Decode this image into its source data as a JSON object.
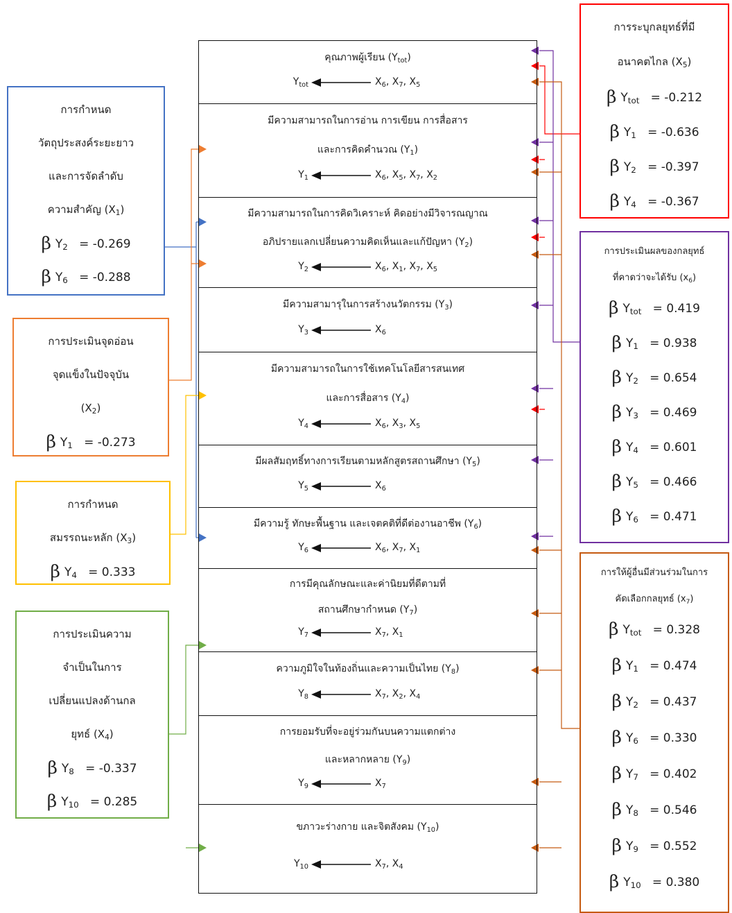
{
  "center_sections": [
    {
      "lines": [
        "คุณภาพผู้เรียน (Y<sub>tot</sub>)"
      ],
      "target": "Y<sub>tot</sub>",
      "sources": "X<sub>6</sub>, X<sub>7</sub>, X<sub>5</sub>"
    },
    {
      "lines": [
        "มีความสามารถในการอ่าน การเขียน การสื่อสาร",
        "และการคิดคำนวณ (Y<sub>1</sub>)"
      ],
      "target": "Y<sub>1</sub>",
      "sources": "X<sub>6</sub>, X<sub>5</sub>, X<sub>7</sub>, X<sub>2</sub>"
    },
    {
      "lines": [
        "มีความสามารถในการคิดวิเคราะห์ คิดอย่างมีวิจารณญาณ",
        "อภิปรายแลกเปลี่ยนความคิดเห็นและแก้ปัญหา (Y<sub>2</sub>)"
      ],
      "target": "Y<sub>2</sub>",
      "sources": "X<sub>6</sub>, X<sub>1</sub>, X<sub>7</sub>, X<sub>5</sub>"
    },
    {
      "lines": [
        "มีความสามารุในการสร้างนวัตกรรม (Y<sub>3</sub>)"
      ],
      "target": "Y<sub>3</sub>",
      "sources": "X<sub>6</sub>"
    },
    {
      "lines": [
        "มีความสามารถในการใช้เทคโนโลยีสารสนเทศ",
        "และการสื่อสาร (Y<sub>4</sub>)"
      ],
      "target": "Y<sub>4</sub>",
      "sources": "X<sub>6</sub>, X<sub>3</sub>, X<sub>5</sub>"
    },
    {
      "lines": [
        "มีผลสัมฤทธิ์ทางการเรียนตามหลักสูตรสถานศึกษา (Y<sub>5</sub>)"
      ],
      "target": "Y<sub>5</sub>",
      "sources": "X<sub>6</sub>"
    },
    {
      "lines": [
        "มีความรู้ ทักษะพื้นฐาน และเจตคติที่ดีต่องานอาชีพ (Y<sub>6</sub>)"
      ],
      "target": "Y<sub>6</sub>",
      "sources": "X<sub>6</sub>, X<sub>7</sub>, X<sub>1</sub>"
    },
    {
      "lines": [
        "การมีคุณลักษณะและค่านิยมที่ดีตามที่",
        "สถานศึกษากำหนด (Y<sub>7</sub>)"
      ],
      "target": "Y<sub>7</sub>",
      "sources": "X<sub>7</sub>, X<sub>1</sub>"
    },
    {
      "lines": [
        "ความภูมิใจในท้องถิ่นและความเป็นไทย (Y<sub>8</sub>)"
      ],
      "target": "Y<sub>8</sub>",
      "sources": "X<sub>7</sub>, X<sub>2</sub>, X<sub>4</sub>"
    },
    {
      "lines": [
        "การยอมรับที่จะอยู่ร่วมกันบนความแตกต่าง",
        "และหลากหลาย (Y<sub>9</sub>)"
      ],
      "target": "Y<sub>9</sub>",
      "sources": "X<sub>7</sub>"
    },
    {
      "lines": [
        "ขภาวะร่างกาย และจิตสังคม (Y<sub>10</sub>)"
      ],
      "target": "Y<sub>10</sub>",
      "sources": "X<sub>7</sub>, X<sub>4</sub>"
    }
  ],
  "left_boxes": [
    {
      "id": "x1",
      "color": "#4472c4",
      "lines": [
        "การกำหนด",
        "วัตถุประสงค์ระยะยาว",
        "และการจัดลำดับ",
        "ความสำคัญ (X<sub>1</sub>)"
      ],
      "betas": [
        {
          "var": "Y<sub>2</sub>",
          "value": "= -0.269"
        },
        {
          "var": "Y<sub>6</sub>",
          "value": "= -0.288"
        }
      ]
    },
    {
      "id": "x2",
      "color": "#ed7d31",
      "lines": [
        "การประเมินจุดอ่อน",
        "จุดแข็งในปัจจุบัน",
        "(X<sub>2</sub>)"
      ],
      "betas": [
        {
          "var": "Y<sub>1</sub>",
          "value": "= -0.273"
        }
      ]
    },
    {
      "id": "x3",
      "color": "#ffc000",
      "lines": [
        "การกำหนด",
        "สมรรถนะหลัก (X<sub>3</sub>)"
      ],
      "betas": [
        {
          "var": "Y<sub>4</sub>",
          "value": "= 0.333"
        }
      ]
    },
    {
      "id": "x4",
      "color": "#70ad47",
      "lines": [
        "การประเมินความ",
        "จำเป็นในการ",
        "เปลี่ยนแปลงด้านกล",
        "ยุทธ์ (X<sub>4</sub>)"
      ],
      "betas": [
        {
          "var": "Y<sub>8</sub>",
          "value": "= -0.337"
        },
        {
          "var": "Y<sub>10</sub>",
          "value": "= 0.285"
        }
      ]
    }
  ],
  "right_boxes": [
    {
      "id": "x5",
      "color": "#ff0000",
      "lines": [
        "การระบุกลยุทธ์ที่มี",
        "อนาคตไกล (X<sub>5</sub>)"
      ],
      "betas": [
        {
          "var": "Y<sub>tot</sub>",
          "value": "= -0.212"
        },
        {
          "var": "Y<sub>1</sub>",
          "value": "= -0.636"
        },
        {
          "var": "Y<sub>2</sub>",
          "value": "= -0.397"
        },
        {
          "var": "Y<sub>4</sub>",
          "value": "= -0.367"
        }
      ]
    },
    {
      "id": "x6",
      "color": "#7030a0",
      "lines": [
        "การประเมินผลของกลยุทธ์",
        "ที่คาดว่าจะได้รับ (x<sub>6</sub>)"
      ],
      "betas": [
        {
          "var": "Y<sub>tot</sub>",
          "value": "= 0.419"
        },
        {
          "var": "Y<sub>1</sub>",
          "value": "= 0.938"
        },
        {
          "var": "Y<sub>2</sub>",
          "value": "= 0.654"
        },
        {
          "var": "Y<sub>3</sub>",
          "value": "= 0.469"
        },
        {
          "var": "Y<sub>4</sub>",
          "value": "= 0.601"
        },
        {
          "var": "Y<sub>5</sub>",
          "value": "= 0.466"
        },
        {
          "var": "Y<sub>6</sub>",
          "value": "= 0.471"
        }
      ]
    },
    {
      "id": "x7",
      "color": "#c55a11",
      "lines": [
        "การให้ผู้อื่นมีส่วนร่วมในการ",
        "คัดเลือกกลยุทธ์ (x<sub>7</sub>)"
      ],
      "betas": [
        {
          "var": "Y<sub>tot</sub>",
          "value": "= 0.328"
        },
        {
          "var": "Y<sub>1</sub>",
          "value": "= 0.474"
        },
        {
          "var": "Y<sub>2</sub>",
          "value": "= 0.437"
        },
        {
          "var": "Y<sub>6</sub>",
          "value": "= 0.330"
        },
        {
          "var": "Y<sub>7</sub>",
          "value": "= 0.402"
        },
        {
          "var": "Y<sub>8</sub>",
          "value": "= 0.546"
        },
        {
          "var": "Y<sub>9</sub>",
          "value": "= 0.552"
        },
        {
          "var": "Y<sub>10</sub>",
          "value": "= 0.380"
        }
      ]
    }
  ],
  "beta_symbol": "β"
}
